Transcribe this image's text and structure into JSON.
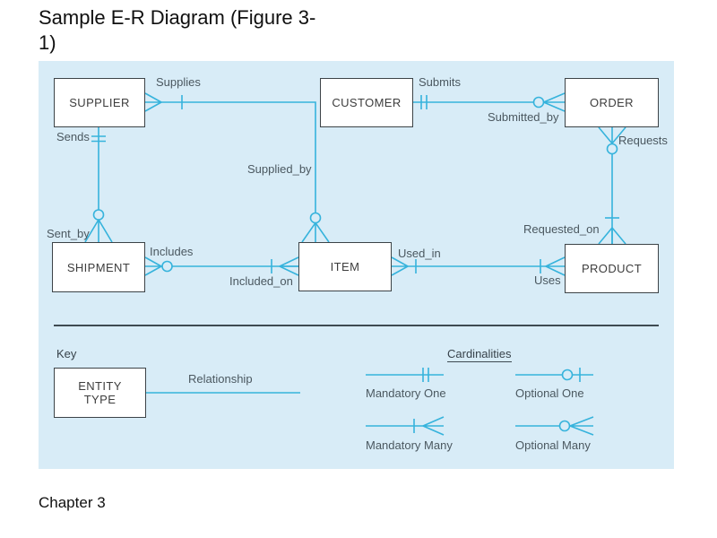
{
  "slide": {
    "title_line1": "Sample E-R Diagram (Figure 3-",
    "title_line2": "1)",
    "footer": "Chapter 3"
  },
  "diagram": {
    "entities": [
      {
        "id": "supplier",
        "label": "SUPPLIER"
      },
      {
        "id": "customer",
        "label": "CUSTOMER"
      },
      {
        "id": "order",
        "label": "ORDER"
      },
      {
        "id": "shipment",
        "label": "SHIPMENT"
      },
      {
        "id": "item",
        "label": "ITEM"
      },
      {
        "id": "product",
        "label": "PRODUCT"
      }
    ],
    "relationships": [
      {
        "name": "Supplies",
        "inverse": "Supplied_by",
        "source": "SUPPLIER",
        "target": "ITEM",
        "cardinality_at_source": "Mandatory Many",
        "cardinality_at_target": "Optional Many"
      },
      {
        "name": "Sends",
        "inverse": "Sent_by",
        "source": "SUPPLIER",
        "target": "SHIPMENT",
        "cardinality_at_source": "Mandatory One",
        "cardinality_at_target": "Optional Many"
      },
      {
        "name": "Submits",
        "inverse": "Submitted_by",
        "source": "CUSTOMER",
        "target": "ORDER",
        "cardinality_at_source": "Mandatory One",
        "cardinality_at_target": "Optional Many"
      },
      {
        "name": "Requests",
        "inverse": "Requested_on",
        "source": "ORDER",
        "target": "PRODUCT",
        "cardinality_at_source": "Optional Many",
        "cardinality_at_target": "Mandatory Many"
      },
      {
        "name": "Includes",
        "inverse": "Included_on",
        "source": "SHIPMENT",
        "target": "ITEM",
        "cardinality_at_source": "Optional Many",
        "cardinality_at_target": "Mandatory Many"
      },
      {
        "name": "Used_in",
        "inverse": "Uses",
        "source": "ITEM",
        "target": "PRODUCT",
        "cardinality_at_source": "Mandatory Many",
        "cardinality_at_target": "Mandatory Many"
      }
    ]
  },
  "key": {
    "heading": "Key",
    "entity_type_label": "ENTITY TYPE",
    "relationship_label": "Relationship",
    "cardinalities_heading": "Cardinalities",
    "cardinality_items": [
      "Mandatory One",
      "Optional One",
      "Mandatory Many",
      "Optional Many"
    ]
  },
  "colors": {
    "panel_background": "#d8ecf7",
    "relationship_line": "#36b3dc",
    "divider_line": "#3e4a52",
    "entity_border": "#3c4347",
    "entity_fill": "#ffffff",
    "label_text": "#4b5860",
    "title_text": "#101010"
  }
}
